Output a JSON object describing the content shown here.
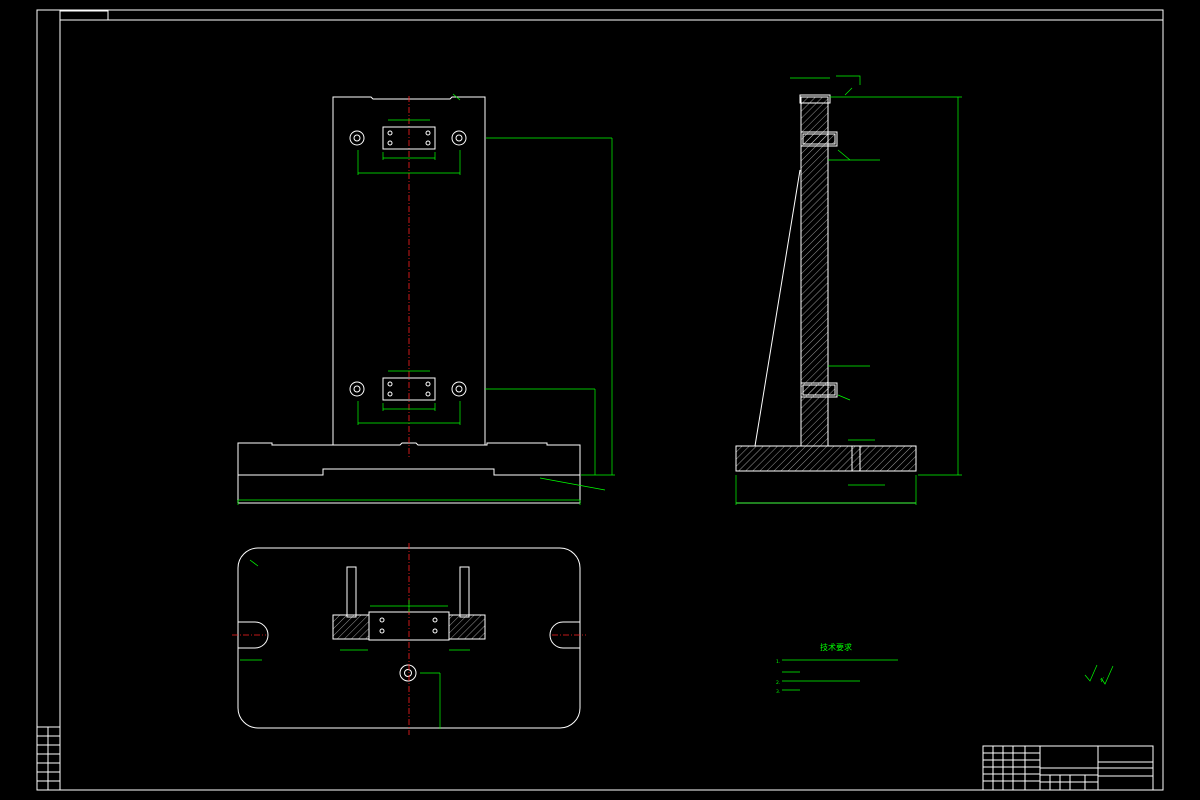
{
  "technical_requirements": {
    "title": "技术要求",
    "items": [
      "1.",
      "2.",
      "3."
    ]
  },
  "surface_finish_symbol": "√",
  "colors": {
    "background": "#000000",
    "outline": "#ffffff",
    "dimension": "#00ff00",
    "centerline": "#ff2020"
  }
}
